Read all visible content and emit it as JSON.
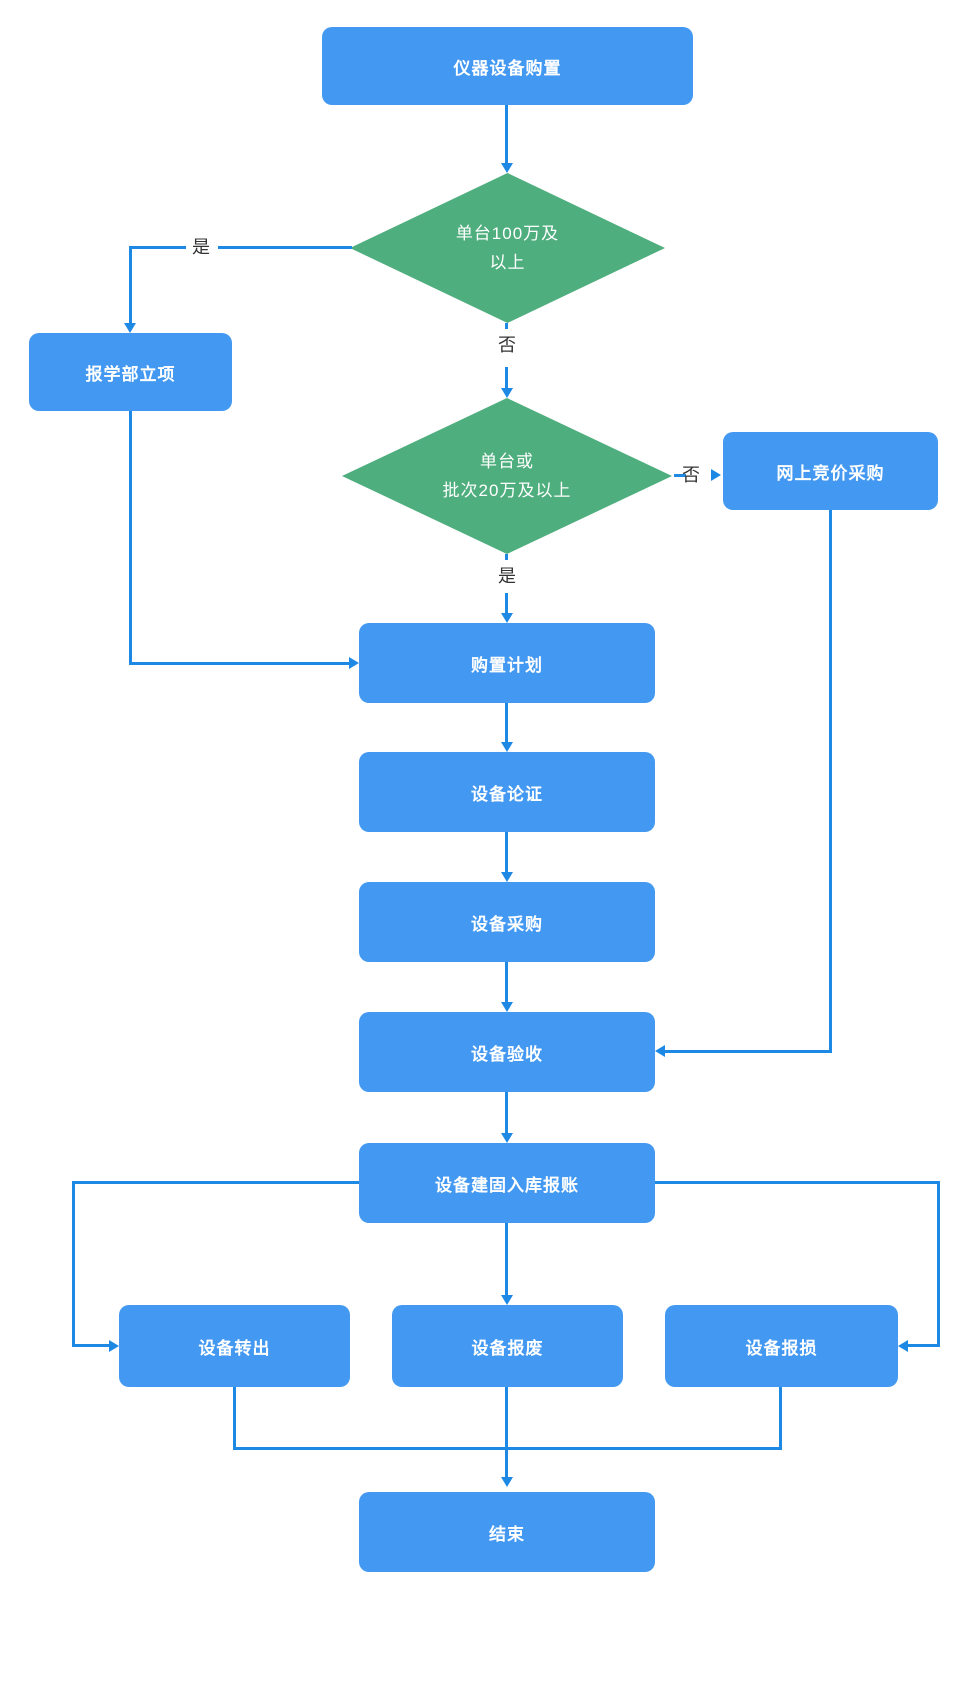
{
  "flowchart": {
    "nodes": {
      "start": {
        "label": "仪器设备购置"
      },
      "decision_100w": {
        "line1": "单台100万及",
        "line2": "以上"
      },
      "report_division": {
        "label": "报学部立项"
      },
      "decision_20w": {
        "line1": "单台或",
        "line2": "批次20万及以上"
      },
      "online_bidding": {
        "label": "网上竞价采购"
      },
      "purchase_plan": {
        "label": "购置计划"
      },
      "equipment_review": {
        "label": "设备论证"
      },
      "equipment_procurement": {
        "label": "设备采购"
      },
      "equipment_acceptance": {
        "label": "设备验收"
      },
      "equipment_inventory": {
        "label": "设备建固入库报账"
      },
      "equipment_transfer": {
        "label": "设备转出"
      },
      "equipment_scrap": {
        "label": "设备报废"
      },
      "equipment_damage": {
        "label": "设备报损"
      },
      "end": {
        "label": "结束"
      }
    },
    "edge_labels": {
      "d1_yes": "是",
      "d1_no": "否",
      "d2_no": "否",
      "d2_yes": "是"
    },
    "colors": {
      "process_fill": "#4399f2",
      "decision_fill": "#4fae7e",
      "line": "#1e88e5",
      "node_text": "#ffffff",
      "edge_label": "#333333"
    }
  }
}
